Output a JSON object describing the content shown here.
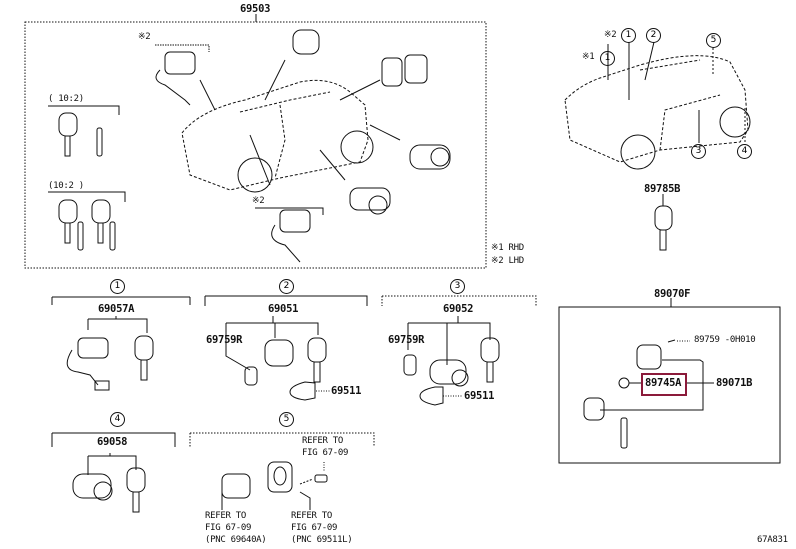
{
  "diagram": {
    "assembly_main": {
      "part_no": "69503",
      "notes": {
        "lhd_mark_a": "※2",
        "lhd_mark_b": "※2",
        "group_keys_a": "(   10:2)",
        "group_keys_b": "(10:2      )"
      }
    },
    "legend": {
      "rhd": "※1 RHD",
      "lhd": "※2 LHD"
    },
    "location_car": {
      "callouts": [
        {
          "mark": "※1",
          "num": "1"
        },
        {
          "mark": "※2",
          "num": "1"
        },
        {
          "mark": "",
          "num": "2"
        },
        {
          "mark": "",
          "num": "3"
        },
        {
          "mark": "",
          "num": "4"
        },
        {
          "mark": "",
          "num": "5"
        }
      ]
    },
    "key_blank": {
      "part_no": "89785B"
    },
    "groups": [
      {
        "num": "1",
        "part_no": "69057A"
      },
      {
        "num": "2",
        "part_no": "69051",
        "sub_parts": [
          "69759R",
          "69511"
        ]
      },
      {
        "num": "3",
        "part_no": "69052",
        "sub_parts": [
          "69759R",
          "69511"
        ]
      },
      {
        "num": "4",
        "part_no": "69058"
      },
      {
        "num": "5",
        "refs": [
          {
            "line1": "REFER TO",
            "line2": "FIG 67-09",
            "line3": ""
          },
          {
            "line1": "REFER TO",
            "line2": "FIG 67-09",
            "line3": "(PNC 69640A)"
          },
          {
            "line1": "REFER TO",
            "line2": "FIG 67-09",
            "line3": "(PNC 69511L)"
          }
        ]
      }
    ],
    "transmitter": {
      "part_no": "89070F",
      "screw": "89759 -0H010",
      "highlighted": "89745A",
      "housing": "89071B",
      "highlight_color": "#8b1a3a"
    },
    "figure_id": "67A831"
  }
}
